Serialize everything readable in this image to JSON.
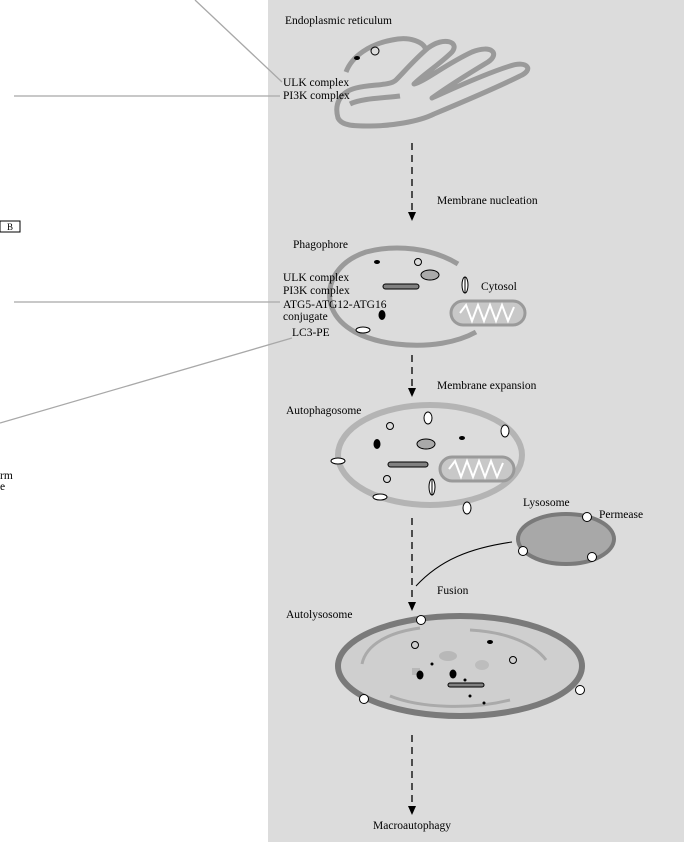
{
  "labels": {
    "endoplasmic_reticulum": "Endoplasmic reticulum",
    "er_ulk": "ULK complex",
    "er_pi3k": "PI3K complex",
    "membrane_nucleation": "Membrane nucleation",
    "phagophore": "Phagophore",
    "ph_ulk": "ULK complex",
    "ph_pi3k": "PI3K complex",
    "ph_atg": "ATG5-ATG12-ATG16",
    "ph_conjugate": "conjugate",
    "ph_lc3": "LC3-PE",
    "cytosol": "Cytosol",
    "membrane_expansion": "Membrane expansion",
    "autophagosome": "Autophagosome",
    "lysosome": "Lysosome",
    "permease": "Permease",
    "fusion": "Fusion",
    "autolysosome": "Autolysosome",
    "macroautophagy": "Macroautophagy",
    "left_box_fragment": "B",
    "left_text_fragment_1": "rm",
    "left_text_fragment_2": "e"
  },
  "colors": {
    "panel": "#dcdcdc",
    "membrane": "#9a9a9a",
    "membrane_dark": "#7a7a7a",
    "lysosome_fill": "#a8a8a8",
    "leader_line": "#a0a0a0"
  }
}
